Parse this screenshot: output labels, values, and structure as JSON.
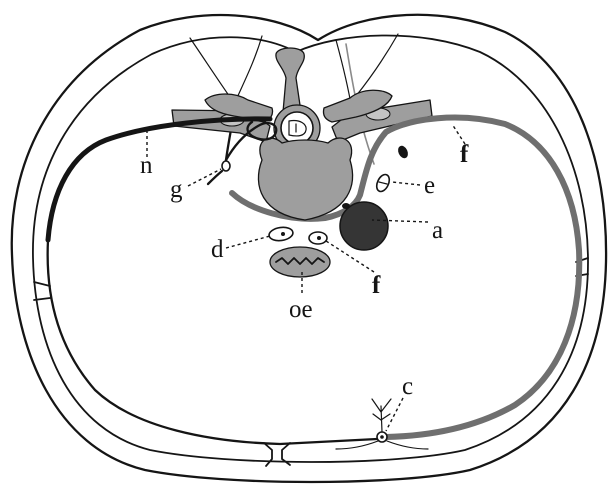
{
  "labels": {
    "n": "n",
    "g": "g",
    "f_upper": "f",
    "e": "e",
    "a": "a",
    "d": "d",
    "f_lower": "f",
    "oe": "oe",
    "c": "c"
  },
  "colors": {
    "ink": "#151515",
    "bone": "#9e9e9e",
    "pleura": "#6f6f6f",
    "aorta": "#353535",
    "background": "#ffffff"
  }
}
